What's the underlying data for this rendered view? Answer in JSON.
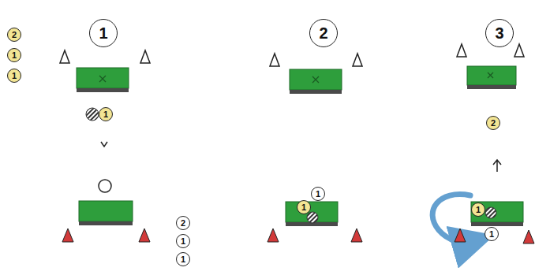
{
  "diagram": {
    "nodes": [
      {
        "text": [
          "2"
        ]
      },
      {
        "text": [
          "1"
        ]
      },
      {
        "text": [
          "1"
        ]
      },
      {
        "text": [
          "1"
        ]
      },
      {
        "text": [
          "2"
        ]
      },
      {
        "text": [
          "3"
        ]
      },
      {
        "text": [
          "1"
        ]
      },
      {
        "text": [
          "2"
        ]
      },
      {
        "text": [
          "1"
        ]
      },
      {
        "text": [
          "1"
        ]
      },
      {
        "text": [
          "1"
        ]
      },
      {
        "text": [
          "1"
        ]
      },
      {
        "text": [
          "2"
        ]
      },
      {
        "text": [
          "1"
        ]
      },
      {
        "text": [
          "1"
        ]
      }
    ]
  }
}
